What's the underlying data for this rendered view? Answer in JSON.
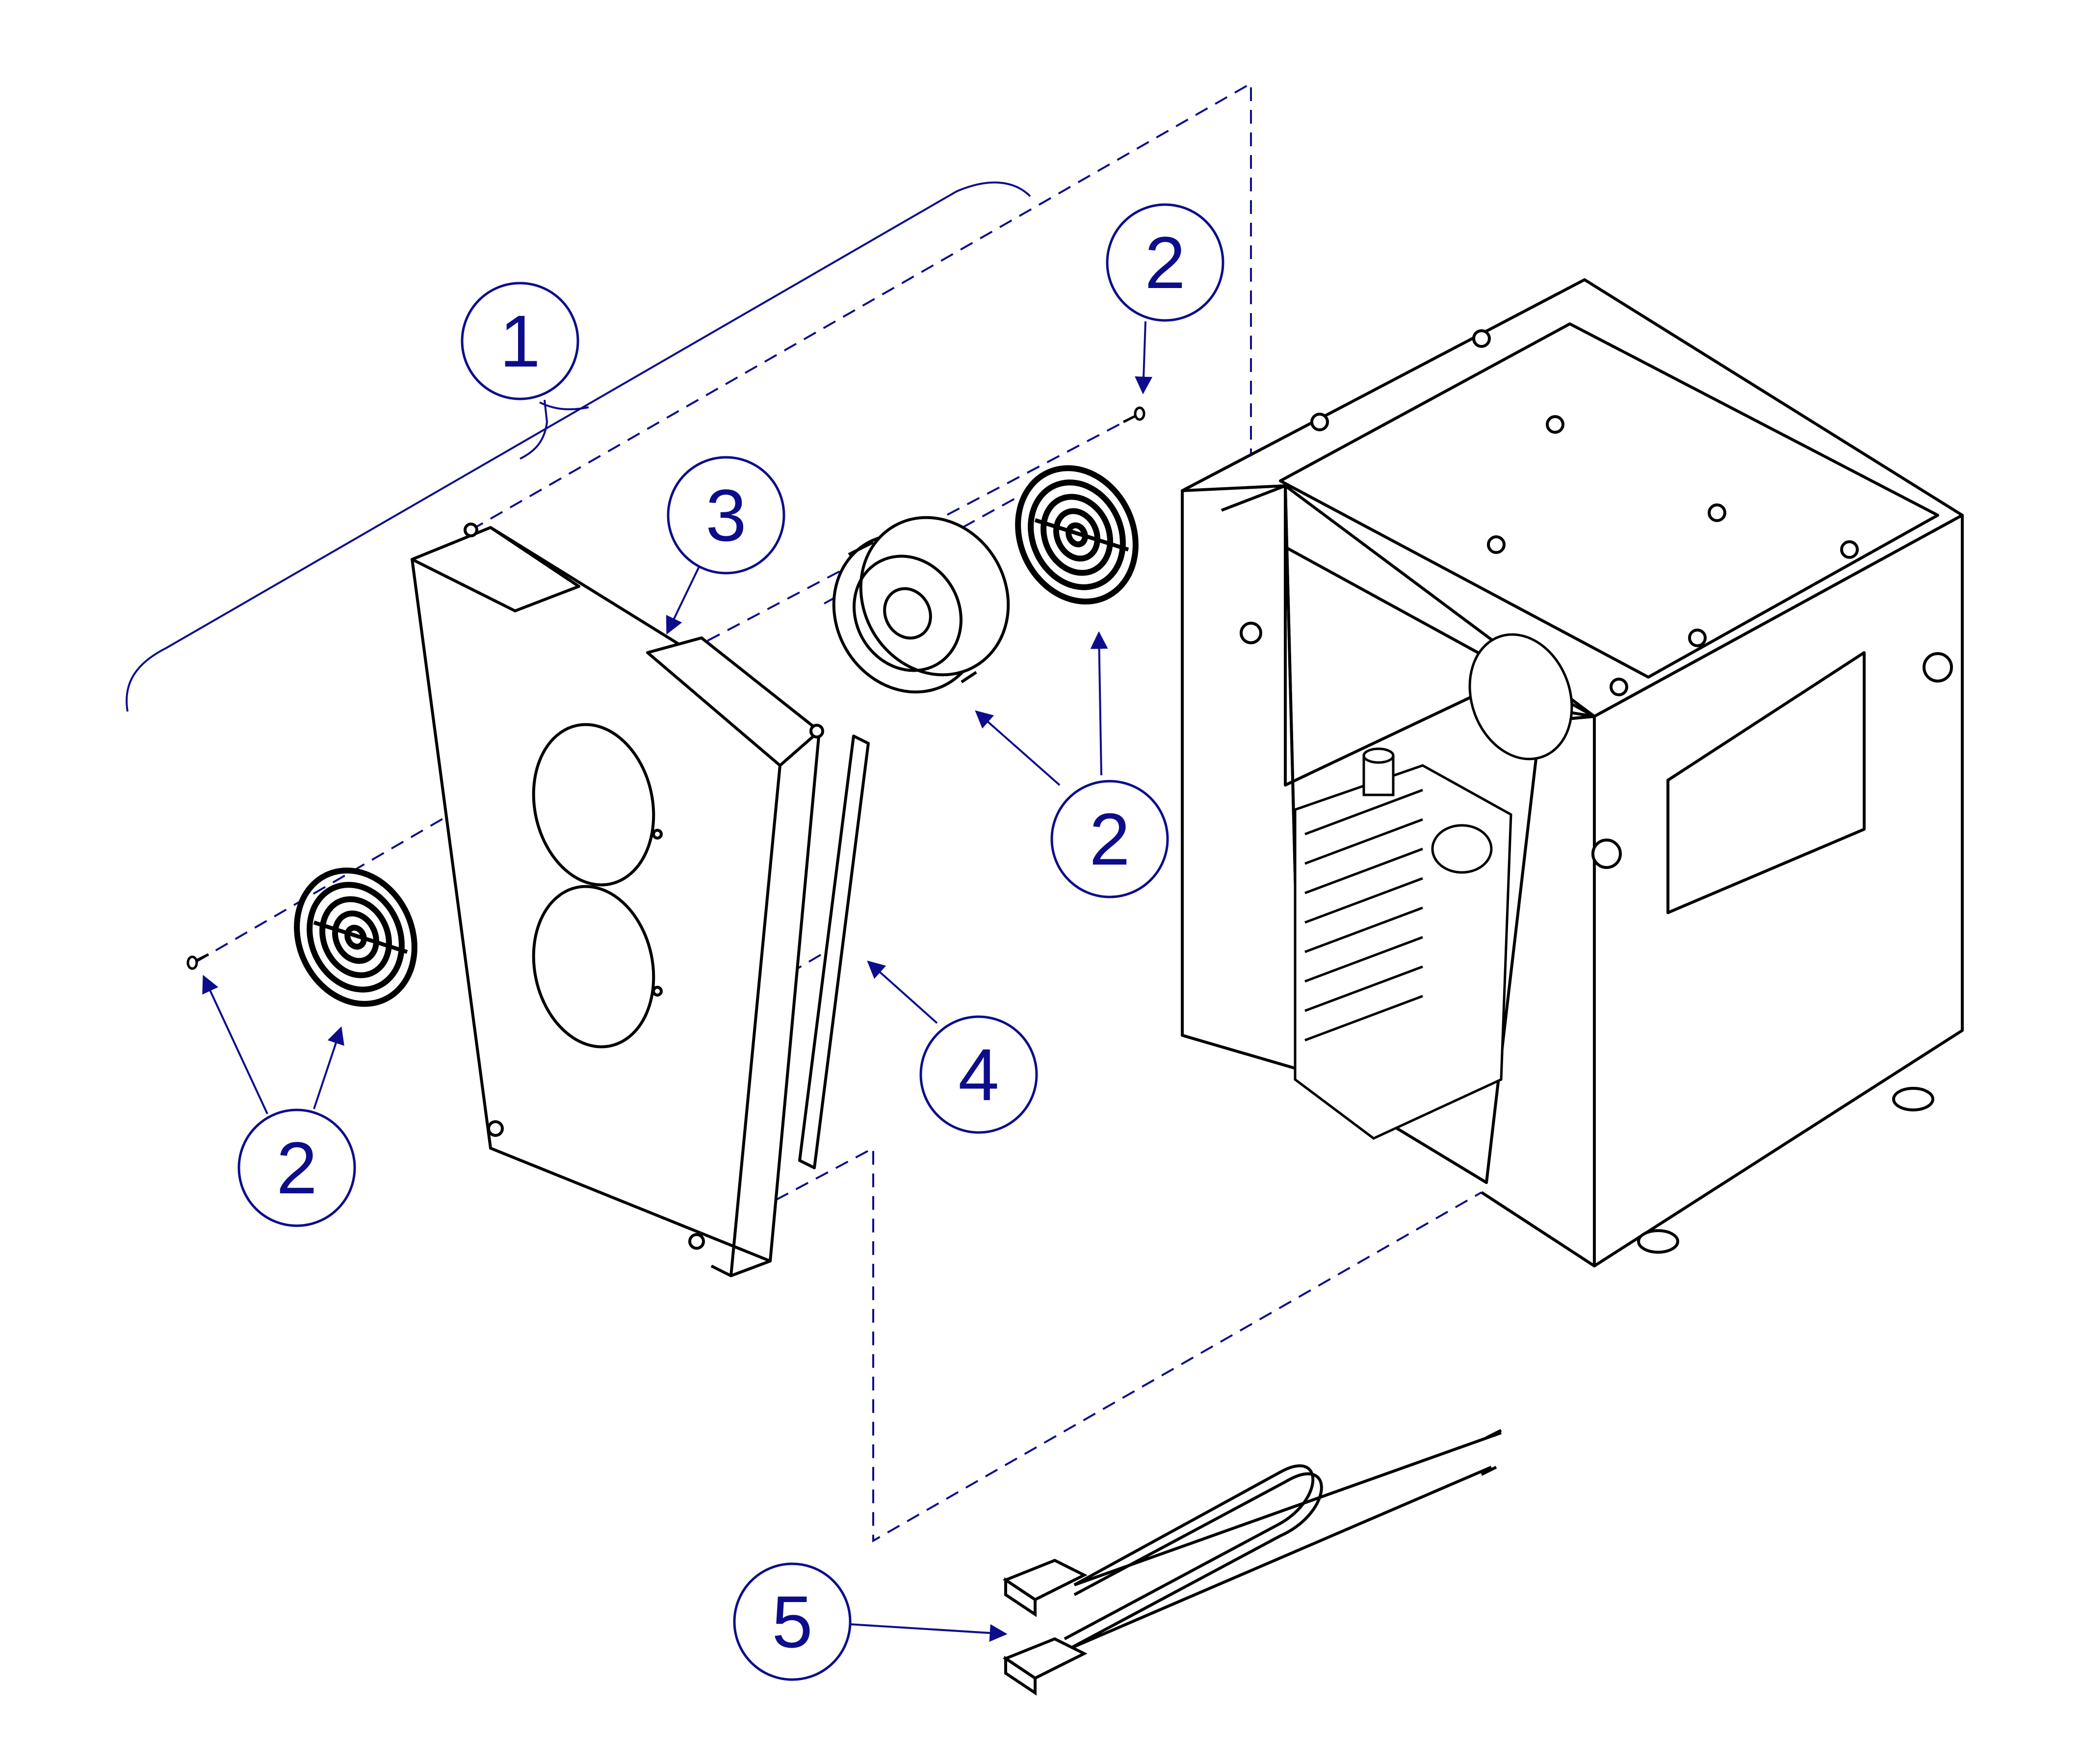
{
  "colors": {
    "line": "#000000",
    "callout": "#0d0d8c",
    "background": "#ffffff"
  },
  "callouts": [
    {
      "id": "c1",
      "label": "1",
      "part": "assembly-bracket"
    },
    {
      "id": "c2a",
      "label": "2",
      "part": "screw-top-right"
    },
    {
      "id": "c2b",
      "label": "2",
      "part": "fan-and-guard-right"
    },
    {
      "id": "c2c",
      "label": "2",
      "part": "screw-and-guard-left"
    },
    {
      "id": "c3",
      "label": "3",
      "part": "fan-cover-panel"
    },
    {
      "id": "c4",
      "label": "4",
      "part": "edge-strip"
    },
    {
      "id": "c5",
      "label": "5",
      "part": "wiring-harness"
    }
  ]
}
